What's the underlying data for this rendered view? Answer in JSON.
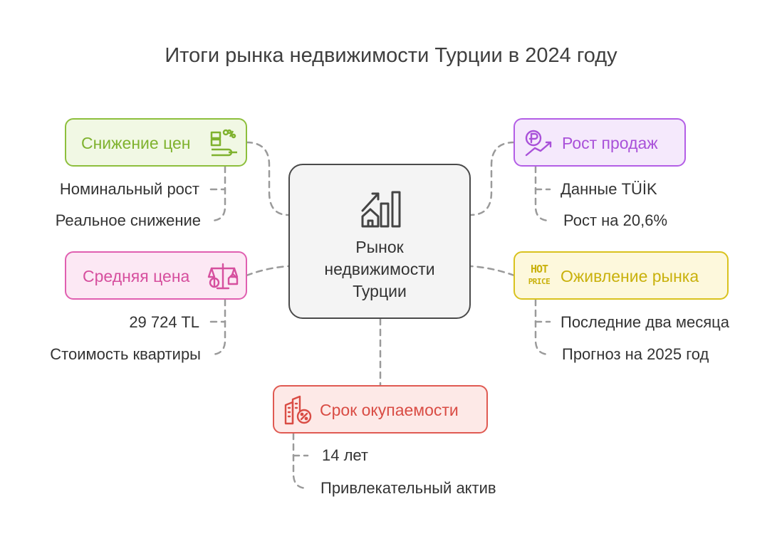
{
  "title": "Итоги рынка недвижимости Турции в 2024 году",
  "center": {
    "line1": "Рынок",
    "line2": "недвижимости",
    "line3": "Турции",
    "icon": "house-growth-chart-icon"
  },
  "nodes": {
    "price_drop": {
      "label": "Снижение цен",
      "icon": "coins-percent-icon",
      "color": "#8dbf3c",
      "items": [
        "Номинальный рост",
        "Реальное снижение"
      ]
    },
    "avg_price": {
      "label": "Средняя цена",
      "icon": "scales-money-icon",
      "color": "#e05fb0",
      "items": [
        "29 724 TL",
        "Стоимость квартиры"
      ]
    },
    "sales_growth": {
      "label": "Рост продаж",
      "icon": "money-growth-icon",
      "color": "#b35ee6",
      "items": [
        "Данные TÜİK",
        "Рост на 20,6%"
      ]
    },
    "market_revival": {
      "label": "Оживление рынка",
      "icon": "hot-price-icon",
      "color": "#d9c21e",
      "hot_text": "HOT",
      "price_text": "PRICE",
      "items": [
        "Последние два месяца",
        "Прогноз на 2025 год"
      ]
    },
    "payback": {
      "label": "Срок окупаемости",
      "icon": "building-percent-icon",
      "color": "#e05a52",
      "items": [
        "14 лет",
        "Привлекательный актив"
      ]
    }
  }
}
